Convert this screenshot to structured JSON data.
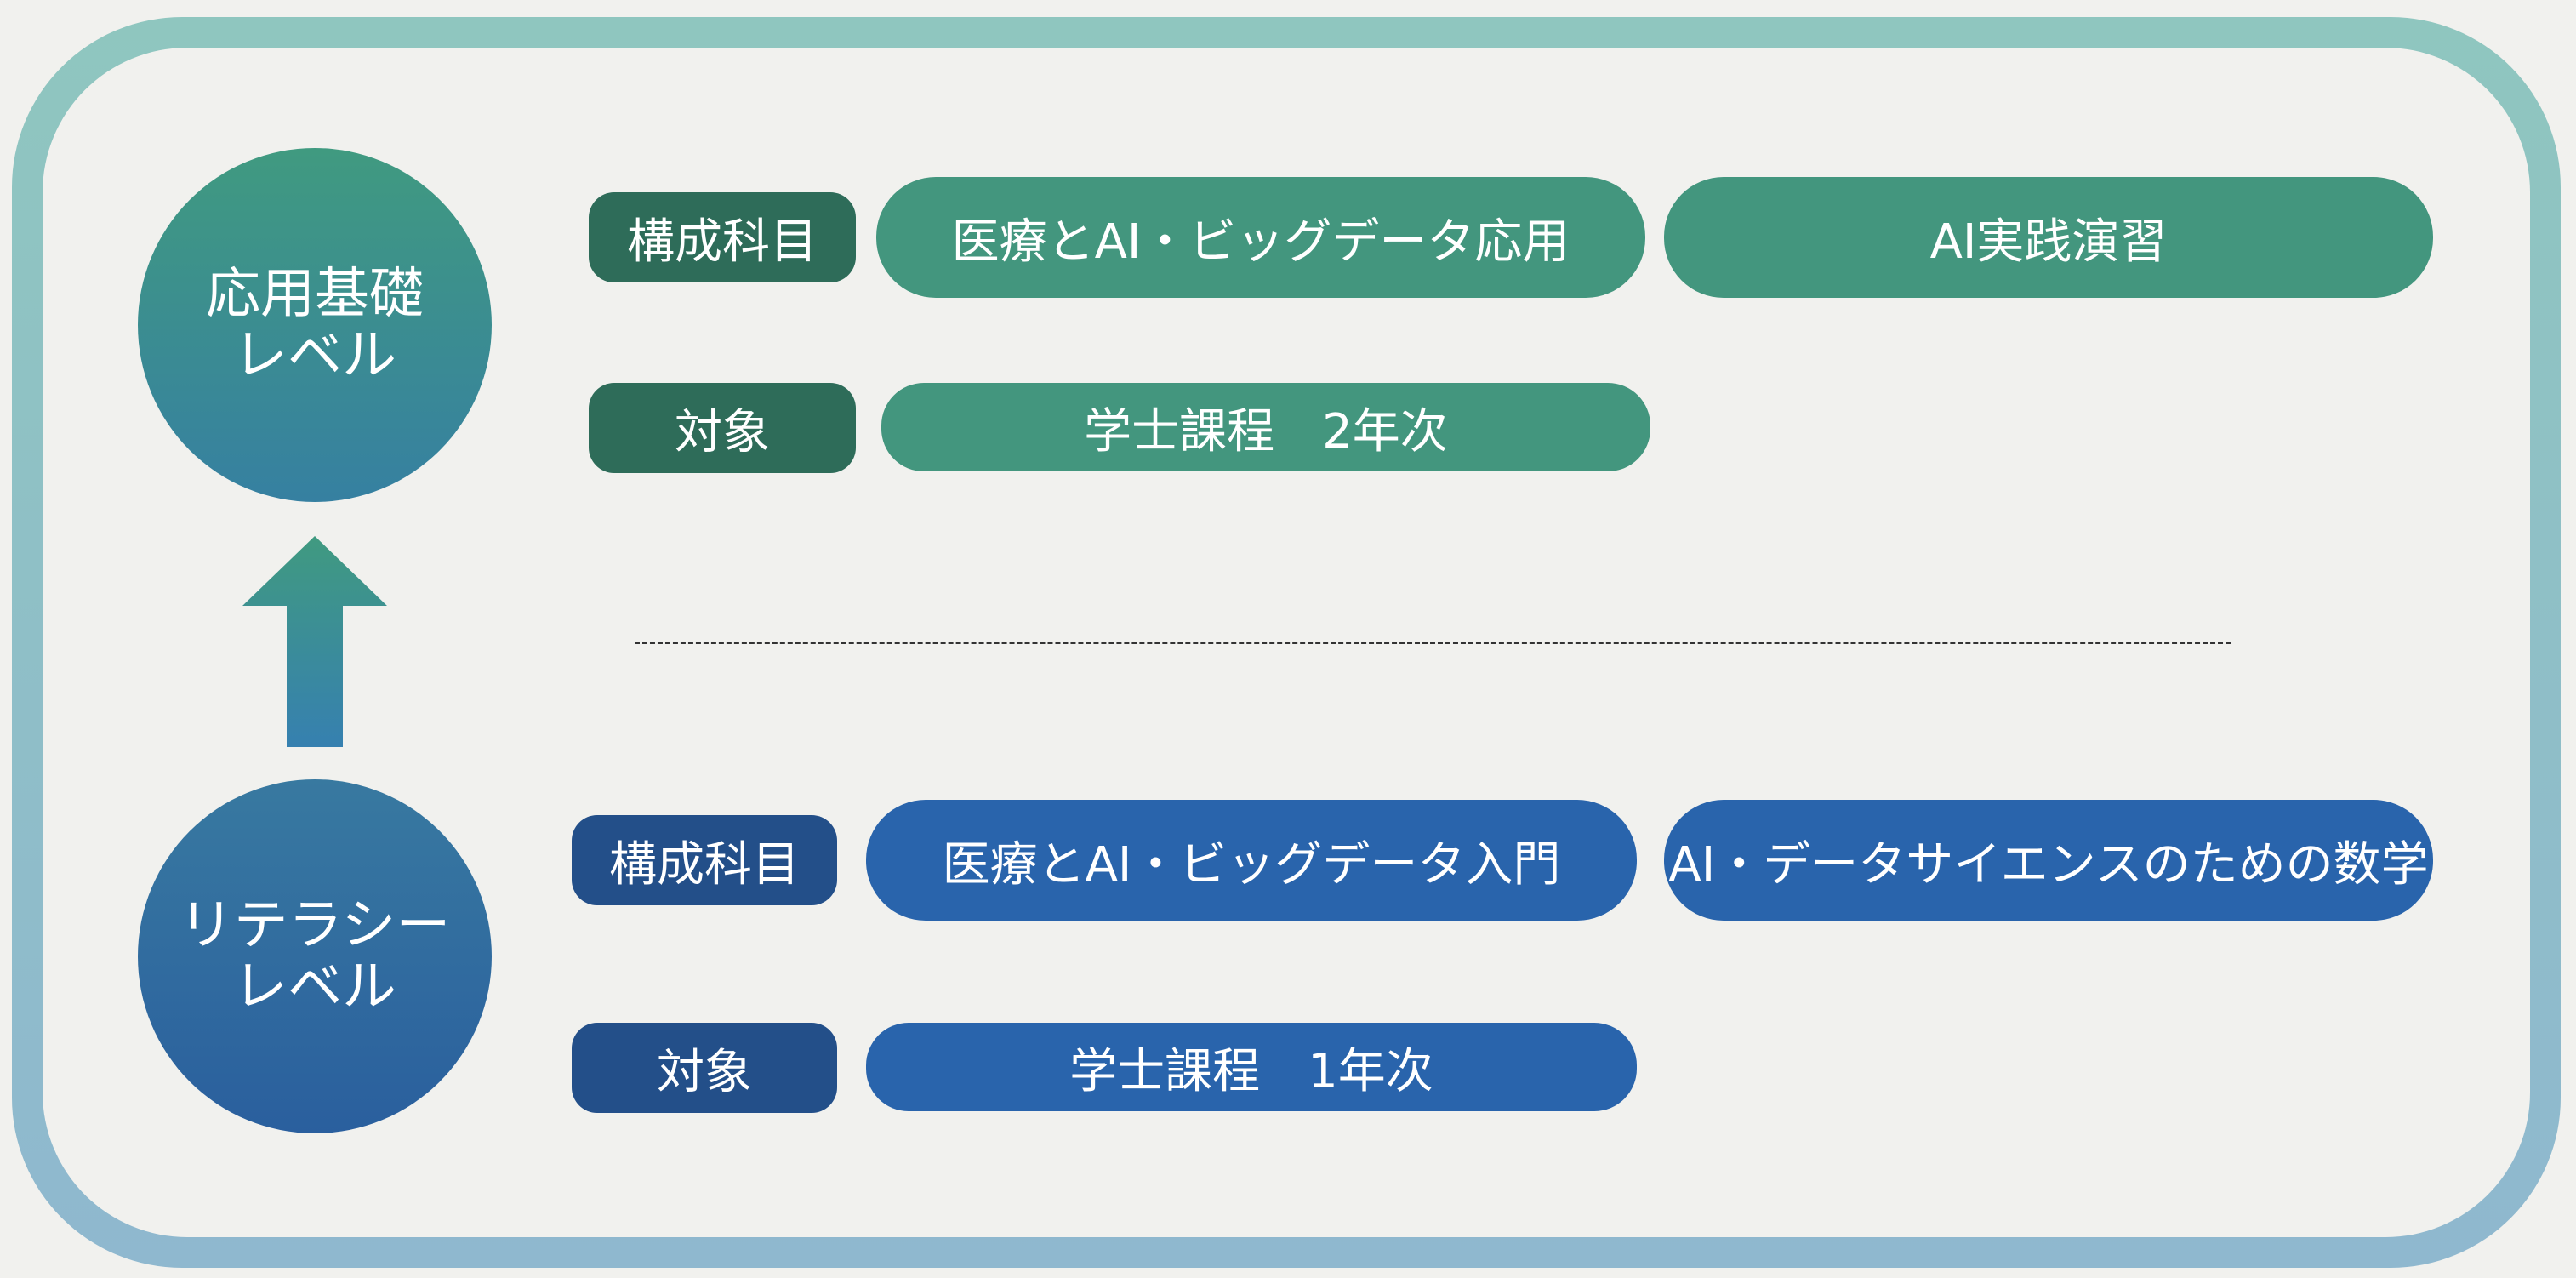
{
  "levels": {
    "upper": {
      "title": "応用基礎\nレベル",
      "subjects_tag": "構成科目",
      "subjects": [
        "医療とAI・ビッグデータ応用",
        "AI実践演習"
      ],
      "target_tag": "対象",
      "target": "学士課程　2年次"
    },
    "lower": {
      "title": "リテラシー\nレベル",
      "subjects_tag": "構成科目",
      "subjects": [
        "医療とAI・ビッグデータ入門",
        "AI・データサイエンスのための数学"
      ],
      "target_tag": "対象",
      "target": "学士課程　1年次"
    }
  },
  "colors": {
    "upper_tag": "#2e6c59",
    "upper_chip": "#43967e",
    "lower_tag": "#234f89",
    "lower_chip": "#2964ac",
    "frame": "#8fc6bf"
  },
  "icons": {
    "progression": "arrow-up-icon"
  }
}
